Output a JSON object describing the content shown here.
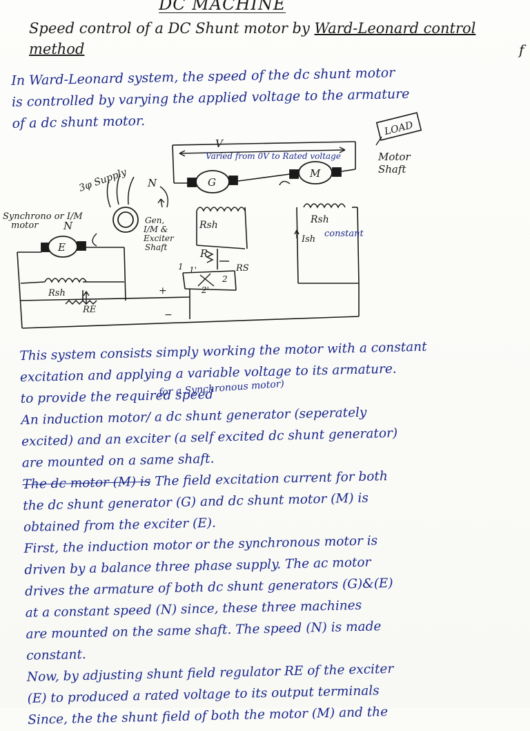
{
  "header": {
    "title": "DC MACHINE",
    "subtitle_prefix": "Speed control of a DC Shunt motor by ",
    "subtitle_underlined": "Ward-Leonard control method",
    "margin_mark": "f"
  },
  "intro": {
    "lines": [
      "In Ward-Leonard system, the speed of the dc shunt motor",
      "is controlled by varying the applied voltage to the armature",
      "of a dc shunt motor."
    ]
  },
  "diagram": {
    "labels": {
      "load": "LOAD",
      "motor_shaft_1": "Motor",
      "motor_shaft_2": "Shaft",
      "v": "V",
      "varied": "Varied from 0V to Rated voltage",
      "generator": "G",
      "motor": "M",
      "exciter": "E",
      "supply": "3φ Supply",
      "n_top": "N",
      "n_left": "N",
      "sync_1": "Synchrono or I/M",
      "sync_2": "motor",
      "gen_shaft_1": "Gen,",
      "gen_shaft_2": "I/M &",
      "gen_shaft_3": "Exciter",
      "gen_shaft_4": "Shaft",
      "rsh_gen": "Rsh",
      "rsh_motor": "Rsh",
      "rsh_exciter": "Rsh",
      "r": "R",
      "rs": "RS",
      "ish": "Ish",
      "constant": "constant",
      "re": "RE",
      "sw1": "1",
      "sw2": "2",
      "sw1p": "1'",
      "sw2p": "2'",
      "plus": "+",
      "minus": "−"
    },
    "colors": {
      "ink": "#1c2a8c",
      "pencil": "#1a1a1a"
    }
  },
  "notes": {
    "above_1": "for a Synchronous motor)",
    "lines": [
      {
        "text": "This system consists simply working the motor with a constant"
      },
      {
        "text": "excitation and applying a variable voltage to its armature."
      },
      {
        "text": "to provide the required speed"
      },
      {
        "text": "An induction motor/ a dc shunt generator (seperately"
      },
      {
        "text": "excited) and an exciter (a self excited dc shunt generator)"
      },
      {
        "text": "are mounted on a same shaft."
      },
      {
        "strike": "The dc motor (M) is",
        "text": " The field excitation current for both"
      },
      {
        "text": "the dc shunt generator (G) and dc shunt motor (M) is"
      },
      {
        "text": "obtained from the exciter (E)."
      },
      {
        "text": "First, the induction motor or the synchronous motor is"
      },
      {
        "text": "driven by a balance three phase supply. The ac motor"
      },
      {
        "text": "drives the armature of both dc shunt generators (G)&(E)"
      },
      {
        "text": "at a constant speed (N) since, these three machines"
      },
      {
        "text": "are mounted on the same shaft. The speed (N) is made"
      },
      {
        "text": "constant."
      },
      {
        "text": "Now, by adjusting shunt field regulator RE of the exciter"
      },
      {
        "text": "(E) to produced a rated voltage to its output terminals"
      },
      {
        "text": "Since, the the shunt field of both the motor (M) and the"
      }
    ]
  }
}
